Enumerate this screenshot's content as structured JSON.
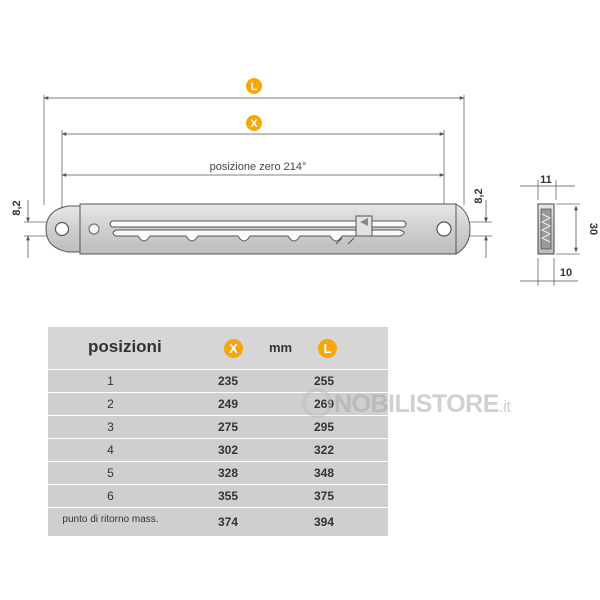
{
  "drawing": {
    "badge_L": "L",
    "badge_X": "X",
    "zero_label": "posizione zero 214°",
    "dim_left_82": "8,2",
    "dim_right_82": "8,2",
    "dim_11": "11",
    "dim_30": "30",
    "dim_10": "10"
  },
  "table": {
    "header_positions": "posizioni",
    "header_x": "X",
    "header_mm": "mm",
    "header_l": "L",
    "rows": [
      {
        "pos": "1",
        "x": "235",
        "l": "255"
      },
      {
        "pos": "2",
        "x": "249",
        "l": "269"
      },
      {
        "pos": "3",
        "x": "275",
        "l": "295"
      },
      {
        "pos": "4",
        "x": "302",
        "l": "322"
      },
      {
        "pos": "5",
        "x": "328",
        "l": "348"
      },
      {
        "pos": "6",
        "x": "355",
        "l": "375"
      },
      {
        "pos": "punto di ritorno mass.",
        "x": "374",
        "l": "394"
      }
    ]
  },
  "watermark": {
    "brand": "NOBILISTORE",
    "suffix": ".it"
  },
  "colors": {
    "badge": "#f6a70a",
    "table_bg": "#cfcfcf",
    "line": "#555555"
  }
}
